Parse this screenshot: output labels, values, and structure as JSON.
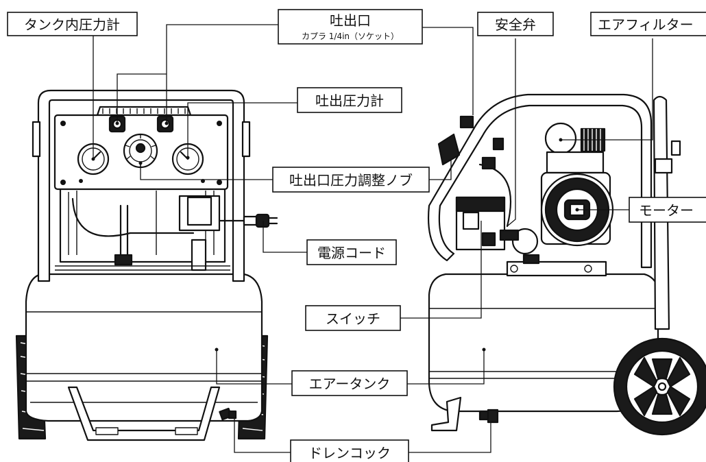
{
  "labels": {
    "tank_gauge": "タンク内圧力計",
    "outlet": "吐出口",
    "outlet_sub": "カプラ 1/4in（ソケット）",
    "safety_valve": "安全弁",
    "air_filter": "エアフィルター",
    "outlet_gauge": "吐出圧力計",
    "regulator_knob": "吐出口圧力調整ノブ",
    "motor": "モーター",
    "power_cord": "電源コード",
    "switch": "スイッチ",
    "air_tank": "エアータンク",
    "drain_cock": "ドレンコック"
  }
}
